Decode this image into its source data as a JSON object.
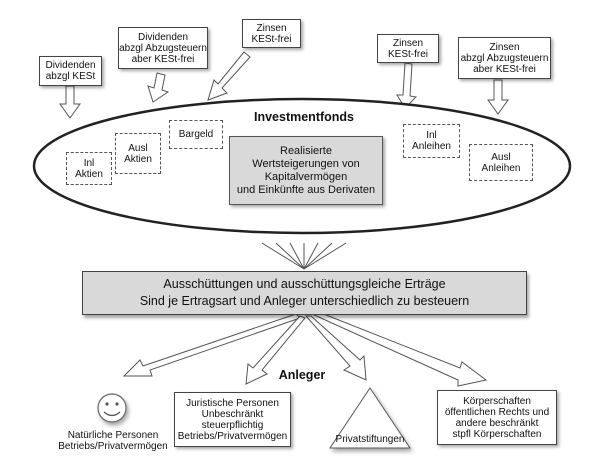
{
  "top_boxes": {
    "dividenden_kest": "Dividenden\nabzgl KESt",
    "dividenden_abzugsteuern": "Dividenden\nabzgl Abzugsteuern\naber KESt-frei",
    "zinsen_kest_frei_left": "Zinsen\nKESt-frei",
    "zinsen_kest_frei_right": "Zinsen\nKESt-frei",
    "zinsen_abzugsteuern": "Zinsen\nabzgl Abzugsteuern\naber KESt-frei"
  },
  "fund": {
    "title": "Investmentfonds",
    "inl_aktien": "Inl\nAktien",
    "ausl_aktien": "Ausl\nAktien",
    "bargeld": "Bargeld",
    "center": "Realisierte\nWertsteigerungen von\nKapitalvermögen\nund Einkünfte aus Derivaten",
    "inl_anleihen": "Inl\nAnleihen",
    "ausl_anleihen": "Ausl\nAnleihen"
  },
  "distribution": {
    "line1": "Ausschüttungen und ausschüttungsgleiche Erträge",
    "line2": "Sind je Ertragsart und Anleger unterschiedlich zu besteuern"
  },
  "investors": {
    "title": "Anleger",
    "natural": "Natürliche Personen\nBetriebs/Privatvermögen",
    "juristic": "Juristische Personen\nUnbeschränkt\nsteuerpflichtig\nBetriebs/Privatvermögen",
    "foundations": "Privatstiftungen",
    "public_bodies": "Körperschaften\nöffentlichen Rechts und\nandere beschränkt\nstpfl Körperschaften"
  },
  "icons": {
    "smiley": "smiley-face-icon",
    "triangle": "triangle-icon"
  }
}
